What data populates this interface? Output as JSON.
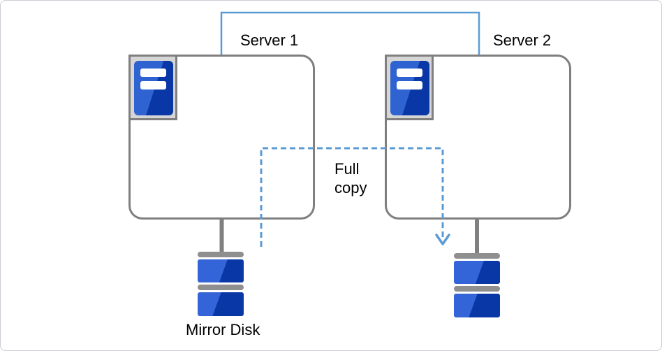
{
  "diagram": {
    "server1": {
      "label": "Server 1"
    },
    "server2": {
      "label": "Server 2"
    },
    "full_copy": {
      "lines": [
        "Full",
        "copy"
      ]
    },
    "mirror_disk": {
      "label": "Mirror Disk"
    },
    "icons": {
      "server_icon": "server-tower-icon",
      "disk_icon": "mirror-disk-icon",
      "arrow_icon": "arrow-down-icon"
    },
    "colors": {
      "connector_blue": "#5B9BD5",
      "box_border_gray": "#7F7F7F",
      "stem_gray": "#808080",
      "disk_gray": "#8F8F8F",
      "icon_frame_gray": "#D6D6D6",
      "server_blue_light": "#2F63D2",
      "server_blue_dark": "#0A37A6",
      "text_color": "#000000",
      "frame_border": "#C9CDD2"
    }
  }
}
